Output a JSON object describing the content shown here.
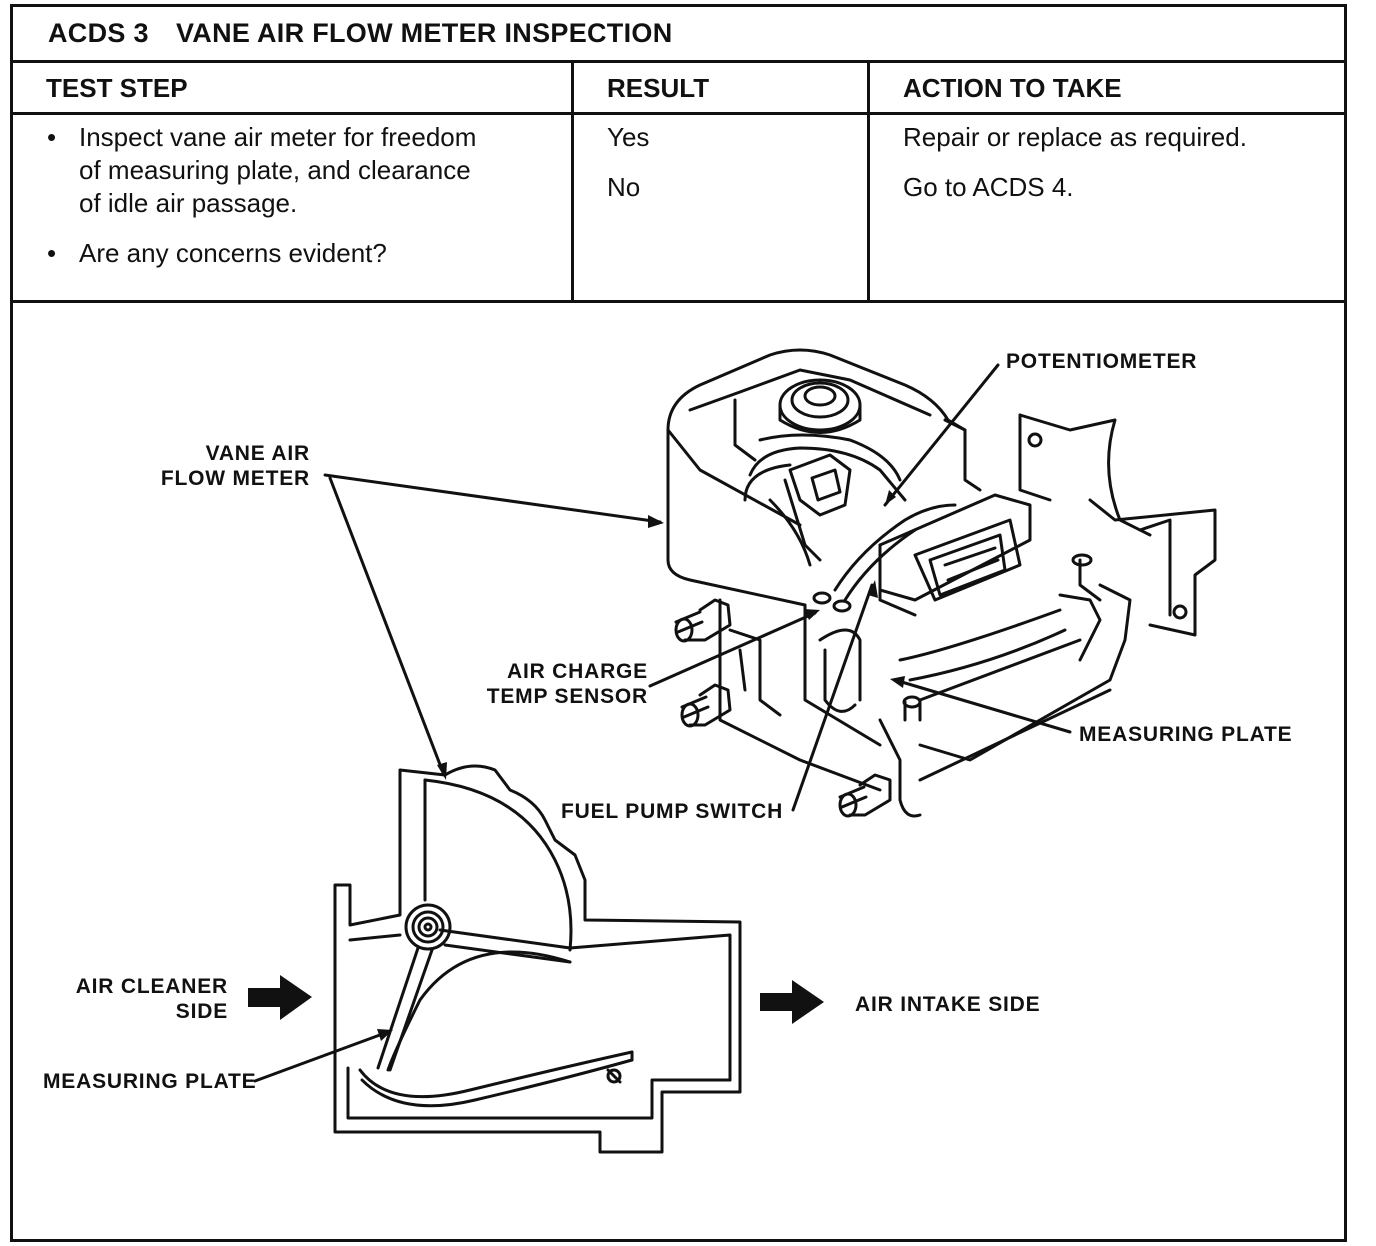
{
  "title": {
    "code": "ACDS 3",
    "name": "VANE AIR FLOW METER INSPECTION"
  },
  "headers": {
    "test_step": "TEST STEP",
    "result": "RESULT",
    "action": "ACTION TO TAKE"
  },
  "test_steps": [
    "Inspect vane air meter for freedom\nof measuring plate, and clearance\nof idle air passage.",
    "Are any concerns evident?"
  ],
  "results": [
    "Yes",
    "No"
  ],
  "actions": [
    "Repair or replace as required.",
    "Go to ACDS 4."
  ],
  "bullet": "•",
  "labels": {
    "potentiometer": "POTENTIOMETER",
    "vane_air_flow_meter": "VANE AIR\nFLOW METER",
    "air_charge_temp_sensor": "AIR CHARGE\nTEMP SENSOR",
    "measuring_plate_top": "MEASURING PLATE",
    "fuel_pump_switch": "FUEL PUMP SWITCH",
    "air_cleaner_side": "AIR CLEANER\nSIDE",
    "air_intake_side": "AIR INTAKE SIDE",
    "measuring_plate_bottom": "MEASURING PLATE"
  },
  "colors": {
    "ink": "#111111",
    "paper": "#ffffff"
  }
}
